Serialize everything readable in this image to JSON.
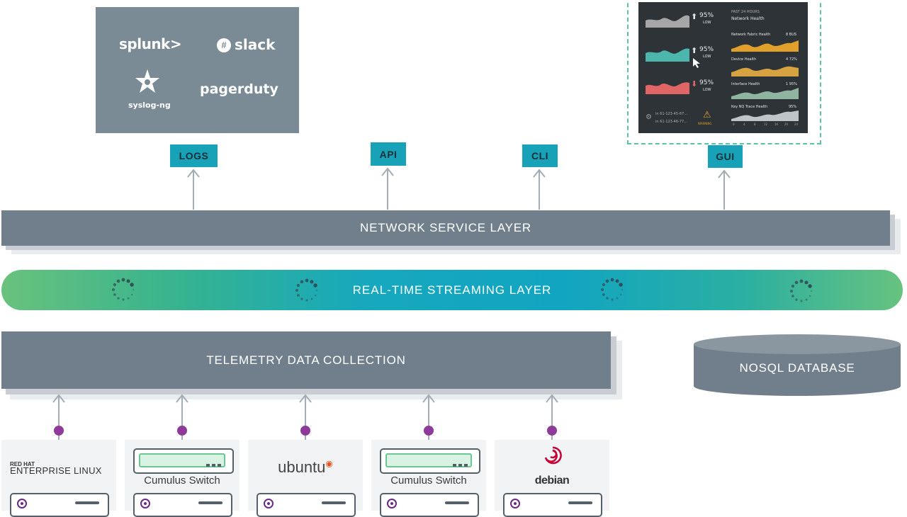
{
  "integrations": {
    "logos": [
      "splunk>",
      "slack",
      "syslog-ng",
      "pagerduty"
    ]
  },
  "dashboard": {
    "past_label": "PAST 24 HOURS",
    "title": "Network Health",
    "rows": [
      {
        "value": "95%",
        "trend": "up",
        "sub": "LOW",
        "color": "#d9d9d9"
      },
      {
        "value": "95%",
        "trend": "up",
        "sub": "LOW",
        "color": "#4db6ac"
      },
      {
        "value": "95%",
        "trend": "down",
        "sub": "LOW",
        "color": "#e06666"
      }
    ],
    "charts": [
      {
        "label": "Network Fabric Health",
        "value": "8 BUS",
        "color": "#e0a02a"
      },
      {
        "label": "Device Health",
        "value": "4 72%",
        "color": "#d6a340"
      },
      {
        "label": "Interface Health",
        "value": "1 95%",
        "color": "#8fb4a0"
      },
      {
        "label": "Key NQ Trace Health",
        "value": "95%",
        "color": "#bfc4c8"
      }
    ],
    "footer_lines": [
      "in 61-123-45-67...",
      "in 61-123-46-77..."
    ],
    "warning_label": "WARNING",
    "axis_ticks": [
      "0",
      "4",
      "8",
      "12",
      "16",
      "20",
      "24"
    ]
  },
  "tags": {
    "logs": "LOGS",
    "api": "API",
    "cli": "CLI",
    "gui": "GUI"
  },
  "layers": {
    "network_service": "NETWORK SERVICE LAYER",
    "streaming": "REAL-TIME STREAMING LAYER",
    "telemetry": "TELEMETRY DATA COLLECTION",
    "database": "NOSQL DATABASE"
  },
  "sources": [
    {
      "type": "logo",
      "label": ""
    },
    {
      "type": "switch",
      "label": "Cumulus Switch"
    },
    {
      "type": "logo",
      "label": "ubuntu"
    },
    {
      "type": "switch",
      "label": "Cumulus Switch"
    },
    {
      "type": "logo",
      "label": "debian"
    }
  ],
  "redhat": {
    "line1": "RED HAT",
    "line2": "ENTERPRISE LINUX"
  },
  "colors": {
    "layer": "#707f8b",
    "tag": "#17a2b8",
    "connector": "#8e3a9a",
    "dash_border": "#5cc4a4"
  }
}
